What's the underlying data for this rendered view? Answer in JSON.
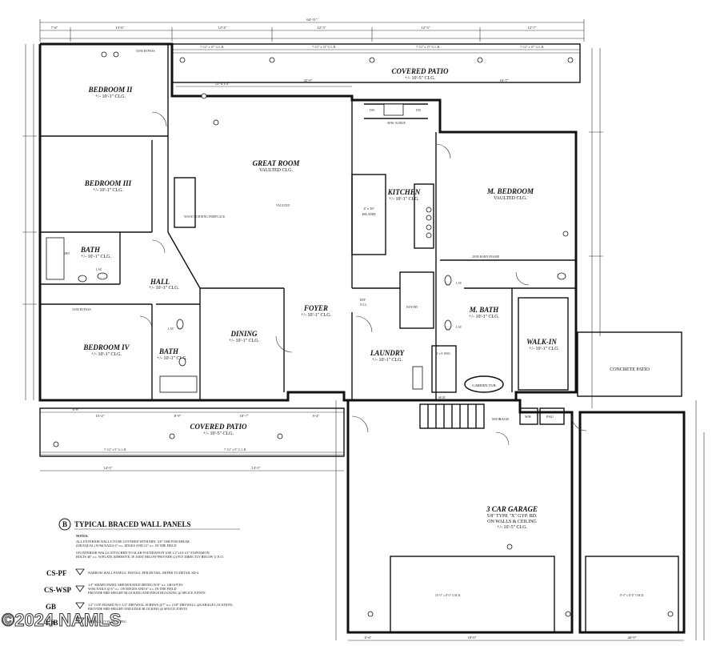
{
  "rooms": {
    "bedroom2": {
      "name": "BEDROOM II",
      "ceiling": "+/- 10'-1\" CLG."
    },
    "bedroom3": {
      "name": "BEDROOM III",
      "ceiling": "+/- 10'-1\" CLG."
    },
    "bedroom4": {
      "name": "BEDROOM IV",
      "ceiling": "+/- 10'-1\" CLG."
    },
    "great_room": {
      "name": "GREAT ROOM",
      "ceiling": "VAULTED CLG."
    },
    "kitchen": {
      "name": "KITCHEN",
      "ceiling": "+/- 10'-1\" CLG."
    },
    "master_bedroom": {
      "name": "M. BEDROOM",
      "ceiling": "VAULTED CLG."
    },
    "bath1": {
      "name": "BATH",
      "ceiling": "+/- 10'-1\" CLG."
    },
    "hall": {
      "name": "HALL",
      "ceiling": "+/- 10'-1\" CLG."
    },
    "bath2": {
      "name": "BATH",
      "ceiling": "+/- 10'-1\" CLG."
    },
    "dining": {
      "name": "DINING",
      "ceiling": "+/- 10'-1\" CLG."
    },
    "foyer": {
      "name": "FOYER",
      "ceiling": "+/- 10'-1\" CLG."
    },
    "laundry": {
      "name": "LAUNDRY",
      "ceiling": "+/- 10'-1\" CLG."
    },
    "master_bath": {
      "name": "M. BATH",
      "ceiling": "+/- 10'-1\" CLG."
    },
    "walk_in": {
      "name": "WALK-IN",
      "ceiling": "+/- 10'-1\" CLG."
    },
    "covered_patio_top": {
      "name": "COVERED PATIO",
      "ceiling": "+/- 10'-5\" CLG."
    },
    "covered_patio_bottom": {
      "name": "COVERED PATIO",
      "ceiling": "+/- 10'-5\" CLG."
    },
    "concrete_patio": {
      "name": "CONCRETE PATIO"
    },
    "garage": {
      "name": "3 CAR GARAGE",
      "line1": "5/8\" TYPE \"X\" GYP. BD.",
      "line2": "ON WALLS & CEILING",
      "line3": "+/- 10'-5\" CLG."
    }
  },
  "labels": {
    "island": "4' x 10'",
    "island2": "ISLAND",
    "fireplace": "WOOD BURNING FIREPLACE",
    "vaulted": "VAULTED",
    "pantry": "PANTRY",
    "ref": "REF",
    "nic": "N.I.C.",
    "storage": "STORAGE",
    "wh": "WH",
    "fau": "FAU",
    "garden_tub": "GARDEN TUB",
    "shower": "3' x 6' SHO.",
    "seat": "SEAT",
    "dw1": "DW",
    "dw2": "DW",
    "sink": "SINK W/DISP.",
    "lav1": "LAV",
    "lav2": "LAV",
    "lav3": "LAV",
    "lav4": "LAV",
    "tub_sho1": "TUB/ SHO",
    "tub_sho2": "TUB/SHO",
    "barn_frame": "28/80 BARN FRAME",
    "bypass1": "50/80 BYPASS",
    "bypass2": "50/80 BYPASS",
    "glb_top": "7-1/2\" x 15\" G.L.B.",
    "glb_bottom": "7-1/2\" x 9\" G.L.B.",
    "garage_door1": "16'-0\" x 8'-0\" O.H.D.",
    "garage_door2": "9'-0\" x 8'-0\" O.H.D."
  },
  "legend": {
    "marker": "B",
    "title": "TYPICAL BRACED WALL PANELS",
    "notes_heading": "NOTES:",
    "note1": "ALL EXTERIOR WALLS TO BE COVERED WITH MIN. 3/8\" OSB FOR SHEAR",
    "note1b": "(OR EQUAL) W/8d NAILS 6\" o.c. EDGES AND 12\" o.c. IN THE FIELD",
    "note2": "ON INTERIOR WALLS ATTACHED TO SLAB FOUNDATION USE 1/2\"x10-1/2\" EXPANSION",
    "note2b": "BOLTS 48\" o.c. W/PLATE ADHESIVE, IF JOIST BELOW PROVIDE (2) PLY DIRECTLY BELOW U.N.O.",
    "tag1": "CS-PF",
    "tag1_text": "NARROW WALL PANELS, INSTALL PER DETAIL, REFER TO DETAIL SD-4",
    "tag2": "CS-WSP",
    "tag2_text": "1/2\" SMART PANEL SHEAR RATED SIDING W/8\" o.c. GROOVES",
    "tag2_text_b": "W/8d NAILS @ 6\" o.c. ON EDGES AND 6\" o.c. IN THE FIELD",
    "tag2_text_c": "PROVIDE MID-HEIGHT BLOCKING AND EDGE BLOCKING @ SPLICE JOINTS",
    "tag3": "GB",
    "tag3_text": "1/2\" GYP. BOARD W/1-1/4\" DRYWALL SCREWS @7\" o.c. (5/8\" DRYWALL @GARAGE LOCATION)",
    "tag3_text_b": "PROVIDE MID-HEIGHT AND EDGE BLOCKING @ SPLICE JOINTS",
    "tag4": "LIB",
    "tag4_text": "METAL LET-IN BRACING"
  },
  "watermark": "©2024 NAMLS",
  "dimensions": {
    "overall": "64'-11\"",
    "top1": "7'-6\"",
    "top2": "13'-6\"",
    "top3": "12'-4\"",
    "top4": "12'-3\"",
    "top5": "12'-3\"",
    "top6": "12'-7\"",
    "gr1": "12'-4 1/2\"",
    "gr2": "32'-9\"",
    "mb1": "16'-7\"",
    "bot1": "6'-8\"",
    "bot2": "15'-2\"",
    "bot3": "8'-9\"",
    "bot4": "10'-7\"",
    "bot5": "9'-4\"",
    "pat1": "14'-5\"",
    "pat2": "14'-5\"",
    "g1": "18'-0\"",
    "g2": "40'-9\"",
    "g3": "6'-6\""
  }
}
